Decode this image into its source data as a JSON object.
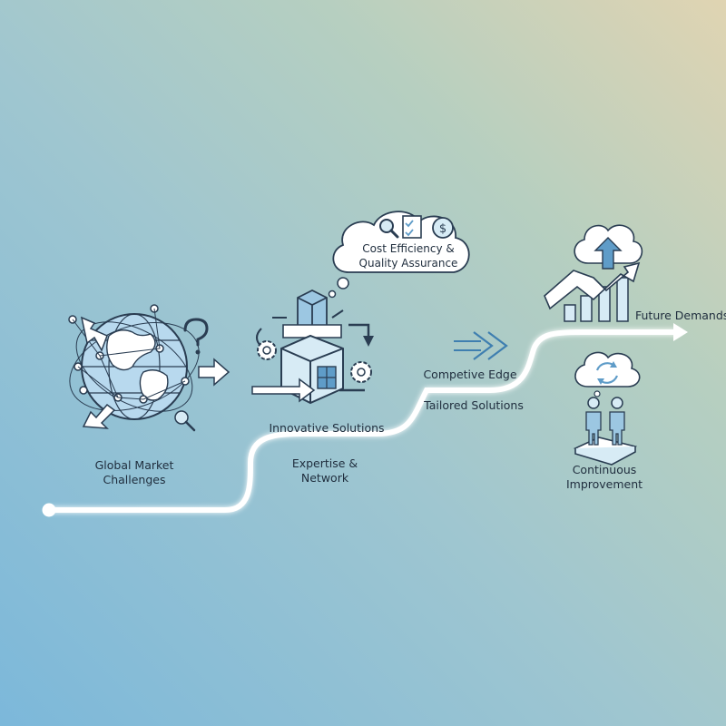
{
  "labels": {
    "global_market": [
      "Global Market",
      "Challenges"
    ],
    "innovative_solutions": "Innovative Solutions",
    "expertise_network": [
      "Expertise &",
      "Network"
    ],
    "cost_quality": [
      "Cost Efficiency &",
      "Quality Assurance"
    ],
    "competitive_edge": "Competive Edge",
    "tailored_solutions": "Tailored Solutions",
    "future_demands": "Future Demands",
    "continuous_improvement": [
      "Continuous",
      "Improvement"
    ]
  },
  "colors": {
    "stroke": "#2a3d52",
    "fill_light": "#d7ebf5",
    "fill_mid": "#9cc7e2",
    "fill_dark": "#5f9cc8",
    "path": "#ffffff"
  }
}
